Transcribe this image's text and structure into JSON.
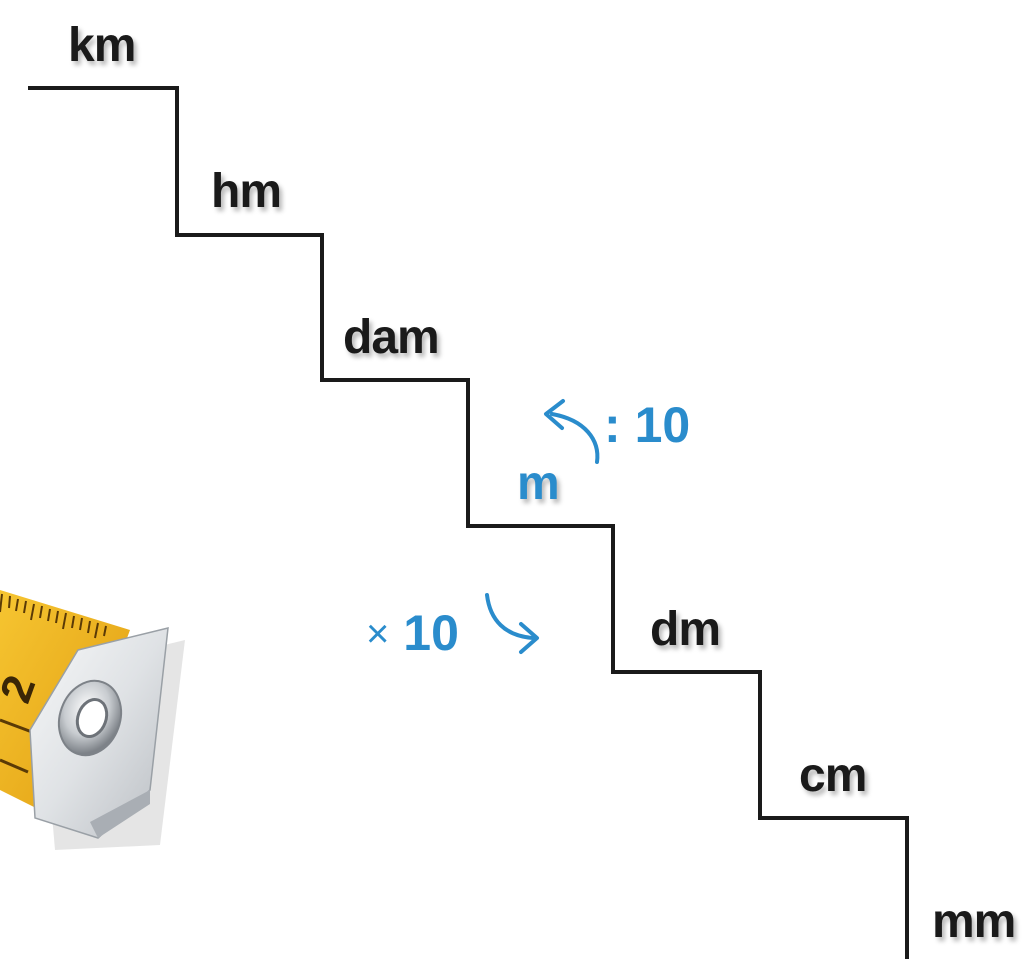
{
  "colors": {
    "stair_line": "#1a1a1a",
    "unit_text": "#1a1a1a",
    "highlight": "#2a8ccc",
    "tape_yellow": "#f2b81c",
    "tape_metal": "#e6e8ea"
  },
  "units": [
    "km",
    "hm",
    "dam",
    "m",
    "dm",
    "cm",
    "mm"
  ],
  "highlighted_unit": "m",
  "operations": {
    "up": {
      "symbol": ":",
      "value": "10",
      "arrow_icon": "curved-arrow-up-left-icon"
    },
    "down": {
      "symbol": "×",
      "value": "10",
      "arrow_icon": "curved-arrow-down-right-icon"
    }
  },
  "image": {
    "icon": "measuring-tape-icon",
    "tape_digit": "2"
  }
}
